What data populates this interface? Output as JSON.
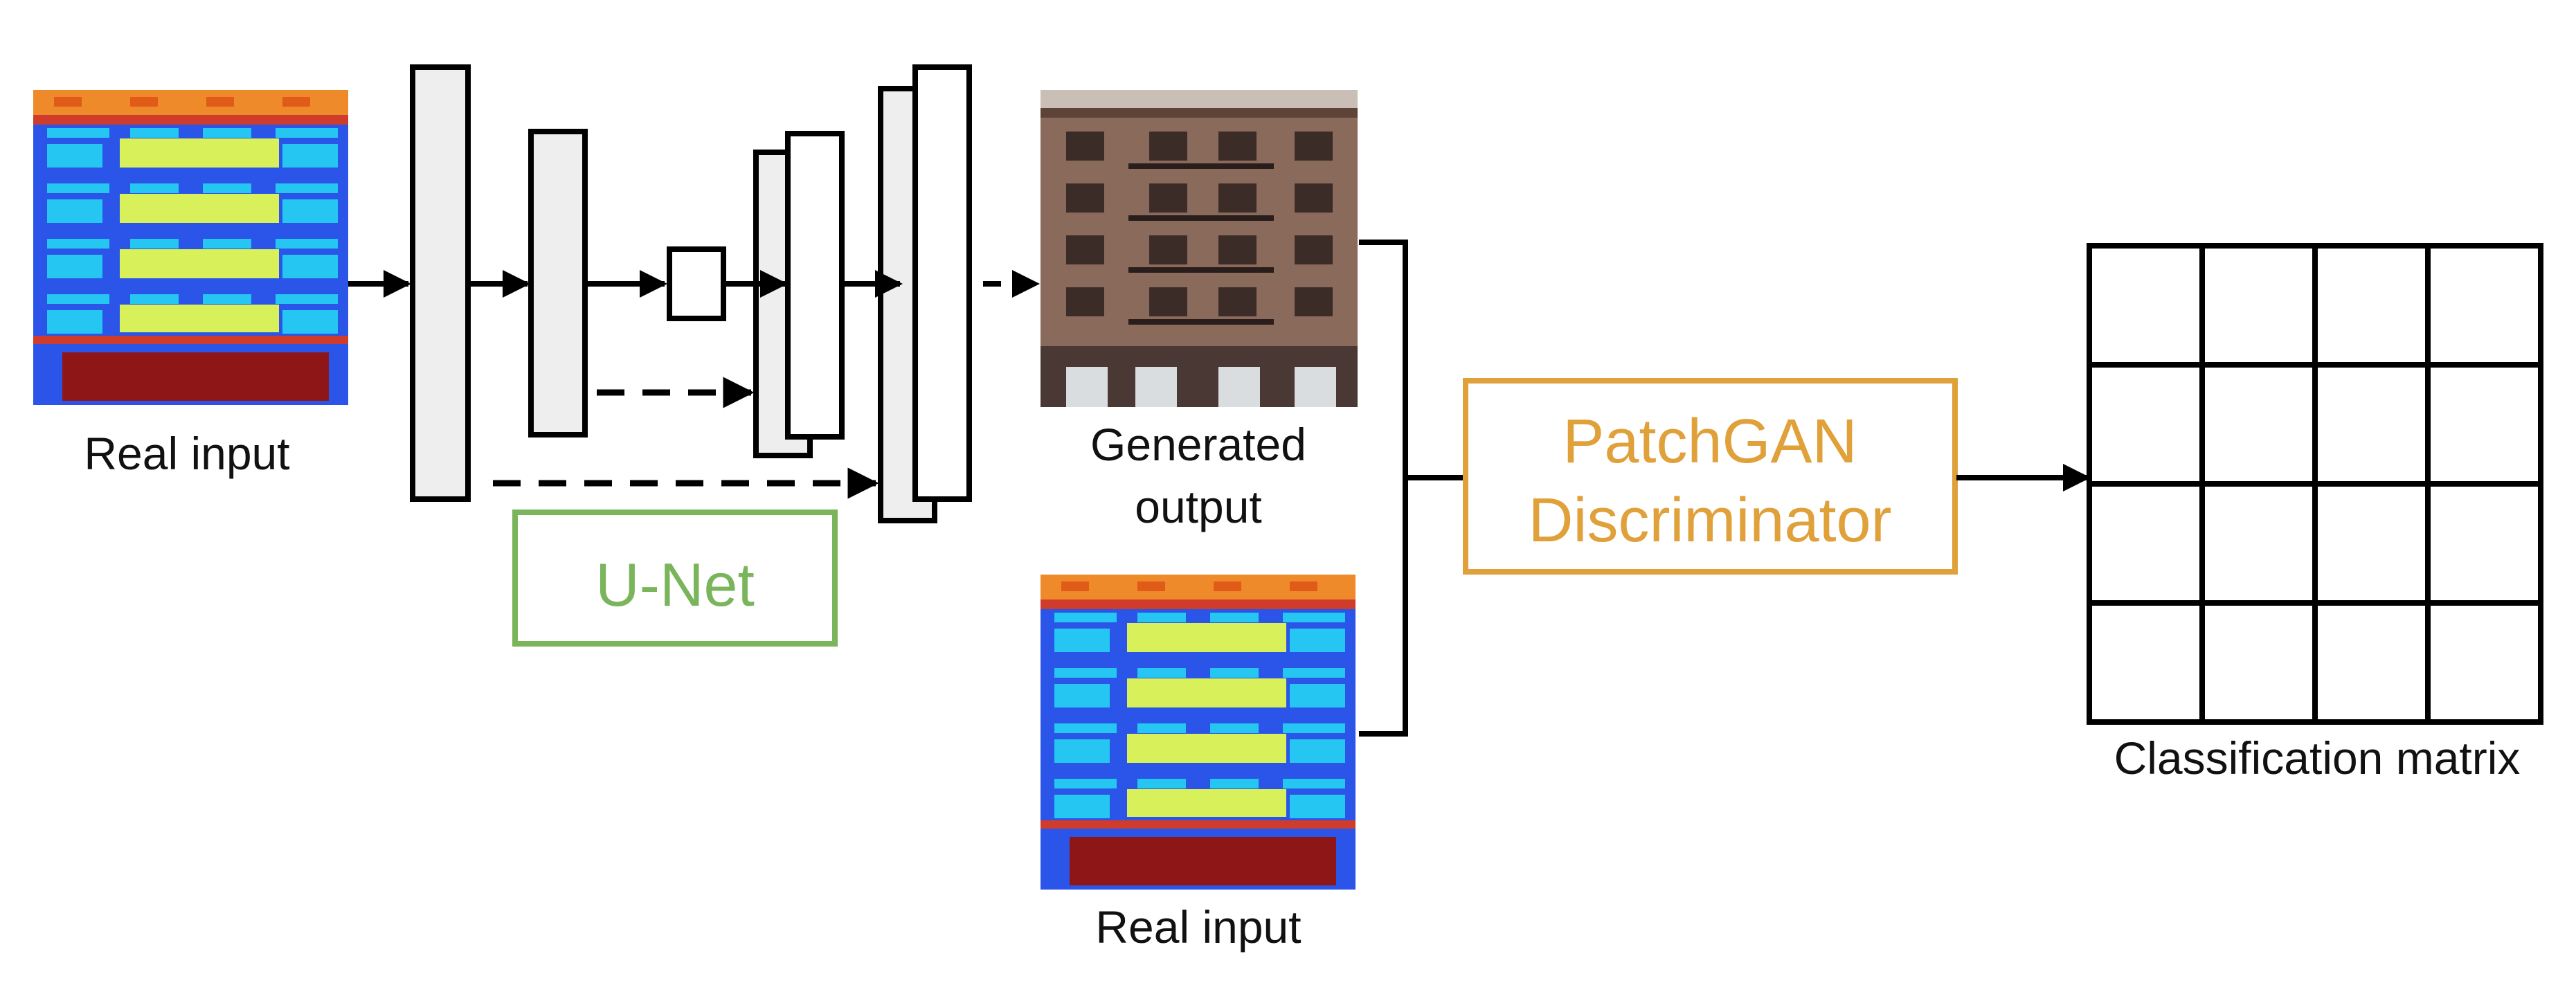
{
  "labels": {
    "real_input_left": "Real input",
    "generated_output_line1": "Generated",
    "generated_output_line2": "output",
    "real_input_bottom": "Real input",
    "unet": "U-Net",
    "discriminator_line1": "PatchGAN",
    "discriminator_line2": "Discriminator",
    "classification_matrix": "Classification matrix"
  },
  "classification_matrix": {
    "rows": 4,
    "cols": 4
  },
  "colors": {
    "unet_green": "#7ab55c",
    "patchgan_orange": "#e0a03a",
    "label_blue": "#2a55e8",
    "label_cyan": "#25c6f2",
    "label_yellow": "#d8f05a",
    "label_orange": "#ef8a2a",
    "label_darkred": "#8e1616",
    "layer_fill": "#eeeeee",
    "facade_stone": "#8a6a5a"
  },
  "icons": {
    "label_map": "facade-segmentation-label-map",
    "photo": "generated-building-facade-photo"
  }
}
